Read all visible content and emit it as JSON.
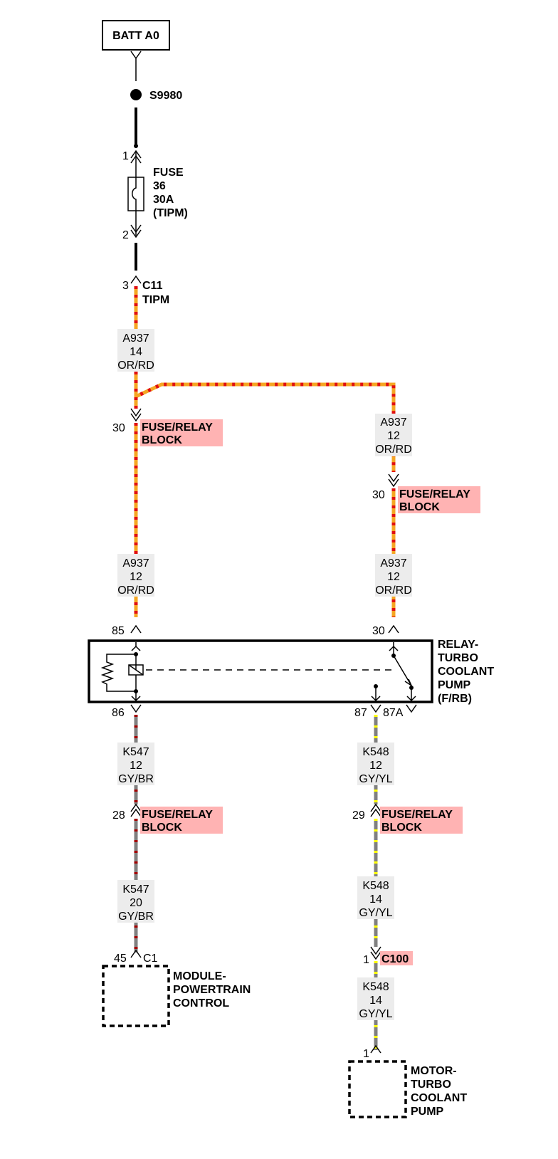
{
  "colors": {
    "orange_wire": "#f5a623",
    "red_tracer": "#e01010",
    "gray_wire": "#808080",
    "yellow_tracer": "#ffff00",
    "dark_red_tracer": "#a00000",
    "label_highlight": "#ffb3b3",
    "wire_label_bg": "#ececec"
  },
  "source": {
    "label": "BATT A0"
  },
  "splice": {
    "label": "S9980"
  },
  "fuse": {
    "pin_in": "1",
    "pin_out": "2",
    "label_line1": "FUSE",
    "label_line2": "36",
    "label_line3": "30A",
    "label_line4": "(TIPM)"
  },
  "tipm_connector": {
    "pin": "3",
    "label_line1": "C11",
    "label_line2": "TIPM"
  },
  "wires": {
    "w1": {
      "circuit": "A937",
      "gauge": "14",
      "color": "OR/RD"
    },
    "w2": {
      "circuit": "A937",
      "gauge": "12",
      "color": "OR/RD"
    },
    "w3": {
      "circuit": "A937",
      "gauge": "12",
      "color": "OR/RD"
    },
    "w4": {
      "circuit": "A937",
      "gauge": "12",
      "color": "OR/RD"
    },
    "w5": {
      "circuit": "K547",
      "gauge": "12",
      "color": "GY/BR"
    },
    "w6": {
      "circuit": "K548",
      "gauge": "12",
      "color": "GY/YL"
    },
    "w7": {
      "circuit": "K547",
      "gauge": "20",
      "color": "GY/BR"
    },
    "w8": {
      "circuit": "K548",
      "gauge": "14",
      "color": "GY/YL"
    },
    "w9": {
      "circuit": "K548",
      "gauge": "14",
      "color": "GY/YL"
    }
  },
  "frb_left_top": {
    "pin": "30",
    "label_line1": "FUSE/RELAY",
    "label_line2": "BLOCK"
  },
  "frb_right_top": {
    "pin": "30",
    "label_line1": "FUSE/RELAY",
    "label_line2": "BLOCK"
  },
  "relay": {
    "pin_85": "85",
    "pin_30": "30",
    "pin_86": "86",
    "pin_87": "87",
    "pin_87a": "87A",
    "label_line1": "RELAY-",
    "label_line2": "TURBO",
    "label_line3": "COOLANT",
    "label_line4": "PUMP",
    "label_line5": "(F/RB)"
  },
  "frb_left_bottom": {
    "pin": "28",
    "label_line1": "FUSE/RELAY",
    "label_line2": "BLOCK"
  },
  "frb_right_bottom": {
    "pin": "29",
    "label_line1": "FUSE/RELAY",
    "label_line2": "BLOCK"
  },
  "pcm": {
    "pin": "45",
    "connector": "C1",
    "label_line1": "MODULE-",
    "label_line2": "POWERTRAIN",
    "label_line3": "CONTROL"
  },
  "c100": {
    "pin": "1",
    "label": "C100"
  },
  "motor": {
    "pin": "1",
    "label_line1": "MOTOR-",
    "label_line2": "TURBO",
    "label_line3": "COOLANT",
    "label_line4": "PUMP"
  }
}
